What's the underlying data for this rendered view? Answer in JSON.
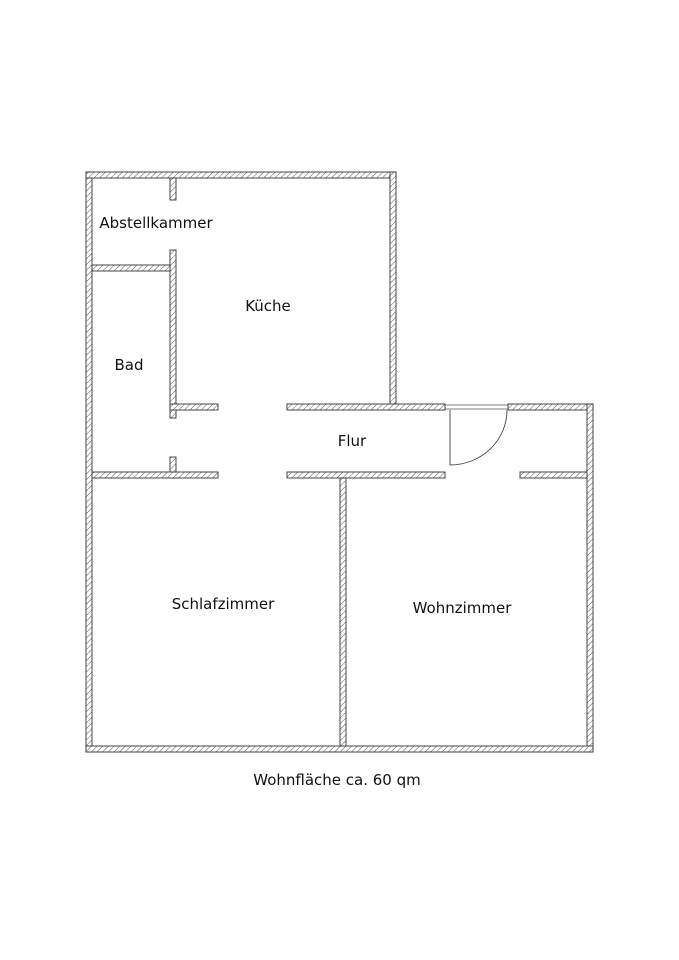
{
  "rooms": {
    "abstellkammer": "Abstellkammer",
    "kueche": "Küche",
    "bad": "Bad",
    "flur": "Flur",
    "schlafzimmer": "Schlafzimmer",
    "wohnzimmer": "Wohnzimmer"
  },
  "caption": "Wohnfläche ca. 60 qm",
  "colors": {
    "wall_stroke": "#333333",
    "hatch": "#555555",
    "background": "#ffffff"
  }
}
